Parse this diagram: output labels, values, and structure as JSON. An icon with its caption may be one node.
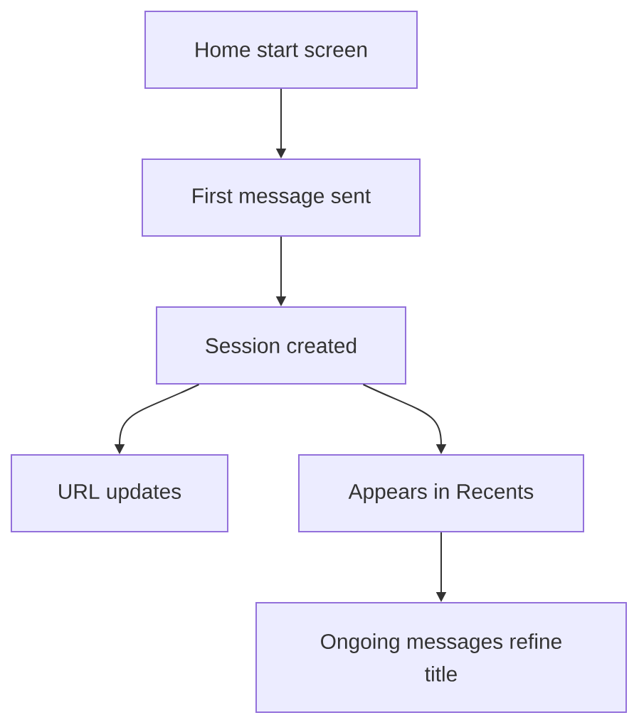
{
  "diagram": {
    "nodes": [
      {
        "text": [
          "Home start screen"
        ]
      },
      {
        "text": [
          "First message sent"
        ]
      },
      {
        "text": [
          "Session created"
        ]
      },
      {
        "text": [
          "URL updates"
        ]
      },
      {
        "text": [
          "Appears in Recents"
        ]
      },
      {
        "text": [
          "Ongoing messages refine title"
        ]
      }
    ],
    "edges": [
      {
        "from": 0,
        "to": 1,
        "arrow": "to"
      },
      {
        "from": 1,
        "to": 2,
        "arrow": "to"
      },
      {
        "from": 2,
        "to": 3,
        "arrow": "to"
      },
      {
        "from": 2,
        "to": 4,
        "arrow": "to"
      },
      {
        "from": 4,
        "to": 5,
        "arrow": "to"
      }
    ]
  }
}
